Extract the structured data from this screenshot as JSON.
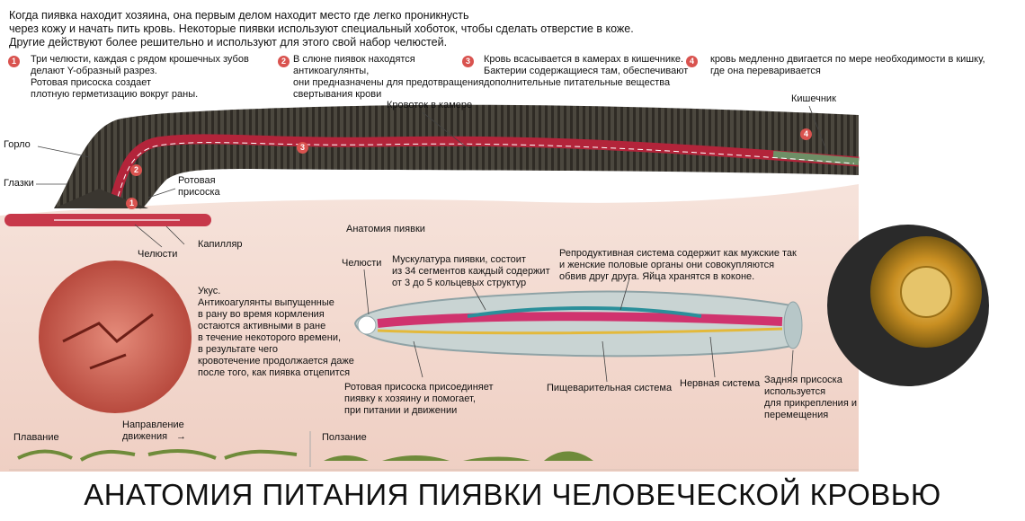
{
  "intro": "Когда пиявка находит хозяина, она первым делом находит место где легко проникнусть\nчерез кожу и начать пить кровь. Некоторые пиявки используют специальный хоботок, чтобы сделать отверстие в коже.\nДругие действуют более решительно и используют для этого свой набор челюстей.",
  "steps": [
    {
      "num": "1",
      "text": "Три челюсти, каждая с рядом крошечных зубов\nделают Y-образный разрез.\nРотовая присоска создает\nплотную герметизацию вокруг раны."
    },
    {
      "num": "2",
      "text": "В слюне пиявок находятся\nантикоагулянты,\nони предназначены для предотвращения\nсвертывания крови"
    },
    {
      "num": "3",
      "text": "Кровь всасывается в камерах в кишечнике.\nБактерии содержащиеся там, обеспечивают\nдополнительные питательные вещества"
    },
    {
      "num": "4",
      "text": "кровь медленно двигается по мере необходимости в кишку,\nгде она переваривается"
    }
  ],
  "labels": {
    "throat": "Горло",
    "eyes": "Глазки",
    "oral_sucker": "Ротовая\nприсоска",
    "jaws_top": "Челюсти",
    "capillary": "Капилляр",
    "blood_chamber": "Кровоток в камере",
    "intestine": "Кишечник",
    "anatomy": "Анатомия пиявки",
    "jaws": "Челюсти",
    "musculature": "Мускулатура пиявки, состоит\nиз 34 сегментов каждый содержит\nот 3 до 5 кольцевых структур",
    "reproductive": "Репродуктивная система содержит как мужские так\nи женские половые органы они совокупляются\nобвив друг друга. Яйца хранятся в коконе.",
    "bite": "Укус.\nАнтикоагулянты выпущенные\nв рану во время кормления\nостаются активными в ране\nв течение некоторого времени,\nв результате чего\nкровотечение продолжается даже\n после того, как пиявка отцепится",
    "oral_sucker_desc": "Ротовая присоска присоединяет\nпиявку к хозяину и помогает,\nпри питании и движении",
    "digestive": "Пищеварительная система",
    "nervous": "Нервная система",
    "rear_sucker": "Задняя присоска\nиспользуется\nдля прикрепления и\nперемещения",
    "swimming": "Плавание",
    "direction": "Направление\nдвижения",
    "crawling": "Ползание"
  },
  "title": "АНАТОМИЯ ПИТАНИЯ ПИЯВКИ ЧЕЛОВЕЧЕСКОЙ КРОВЬЮ",
  "colors": {
    "worm_dark": "#2e2a24",
    "worm_ring": "#4a463c",
    "gut": "#b3243a",
    "skin": "#f3d9cf",
    "num": "#d9534f",
    "sucker": "#d8a53a"
  }
}
